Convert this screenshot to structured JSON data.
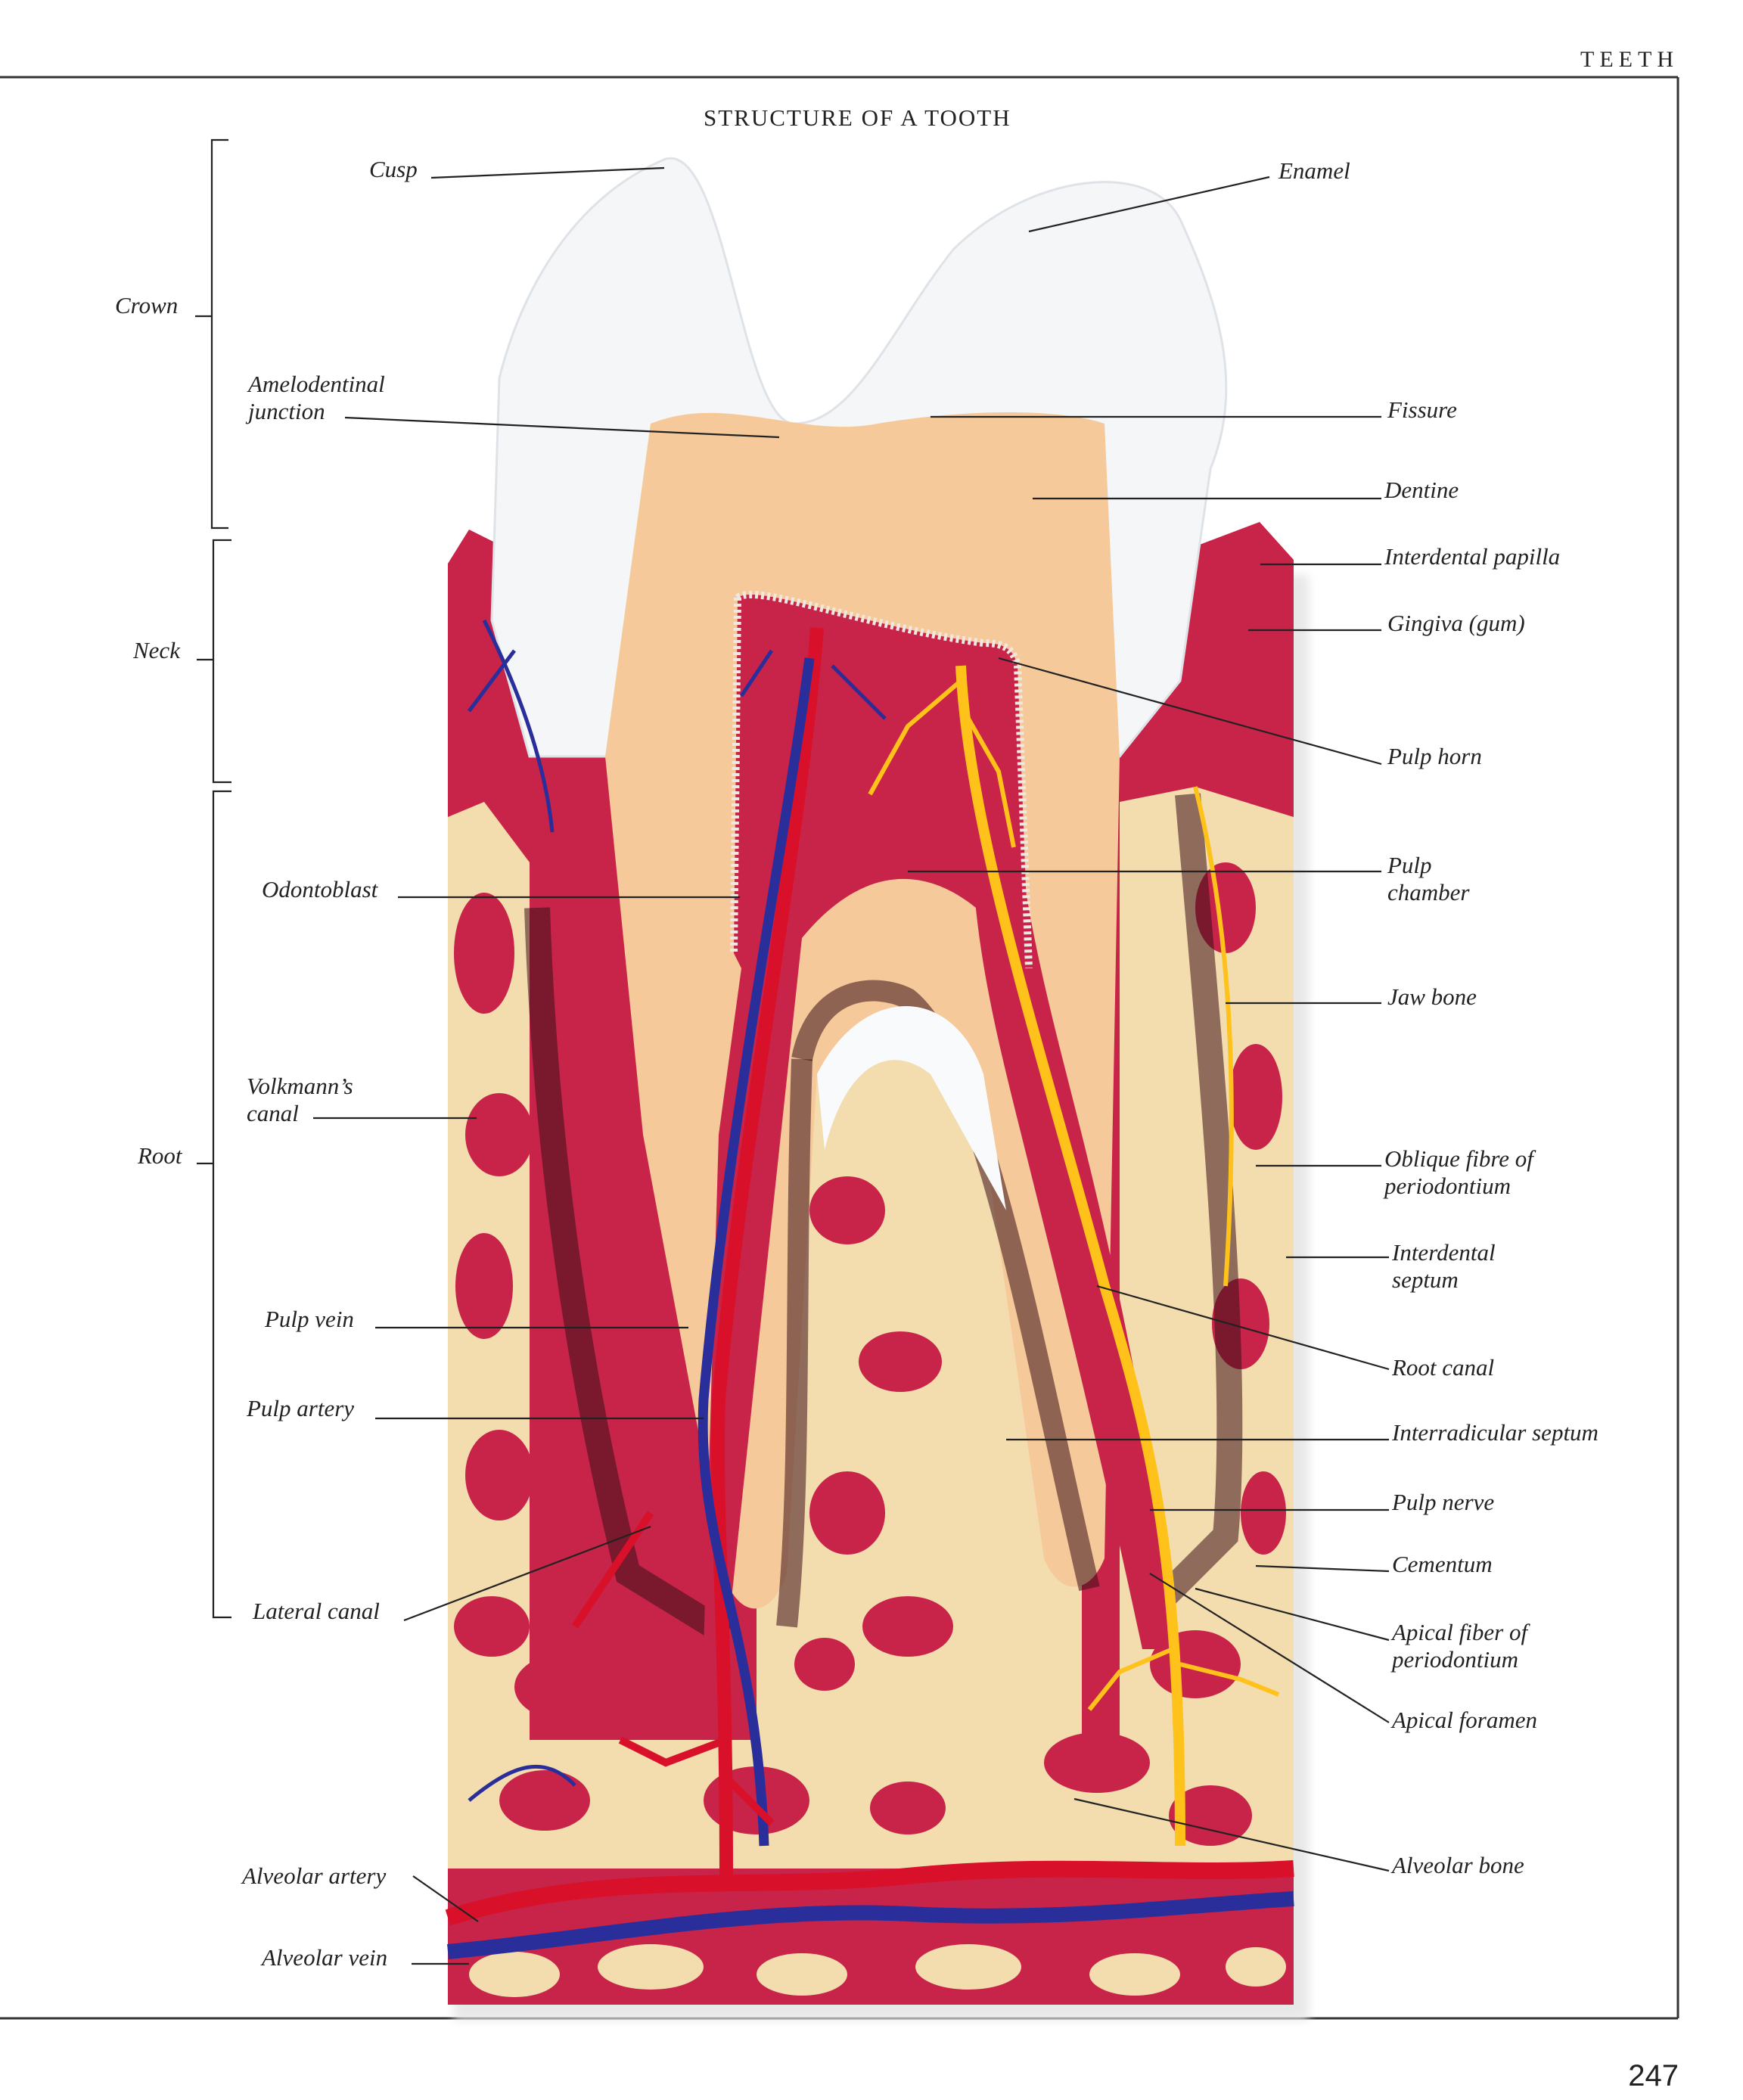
{
  "running_head": "TEETH",
  "title": "STRUCTURE OF A TOOTH",
  "page_number": "247",
  "regions": {
    "crown": "Crown",
    "neck": "Neck",
    "root": "Root"
  },
  "labels_left": {
    "cusp": "Cusp",
    "amelodentinal": [
      "Amelodentinal",
      "junction"
    ],
    "odontoblast": "Odontoblast",
    "volkmann": [
      "Volkmann’s",
      "canal"
    ],
    "pulp_vein": "Pulp vein",
    "pulp_artery": "Pulp artery",
    "lateral_canal": "Lateral canal",
    "alveolar_artery": "Alveolar artery",
    "alveolar_vein": "Alveolar vein"
  },
  "labels_right": {
    "enamel": "Enamel",
    "fissure": "Fissure",
    "dentine": "Dentine",
    "interdental_papilla": "Interdental papilla",
    "gingiva": "Gingiva (gum)",
    "pulp_horn": "Pulp horn",
    "pulp_chamber": [
      "Pulp",
      "chamber"
    ],
    "jaw_bone": "Jaw bone",
    "oblique_fibre": [
      "Oblique fibre of",
      "periodontium"
    ],
    "interdental_septum": [
      "Interdental",
      "septum"
    ],
    "root_canal": "Root canal",
    "interradicular_septum": "Interradicular septum",
    "pulp_nerve": "Pulp nerve",
    "cementum": "Cementum",
    "apical_fiber": [
      "Apical fiber of",
      "periodontium"
    ],
    "apical_foramen": "Apical foramen",
    "alveolar_bone": "Alveolar bone"
  },
  "colors": {
    "enamel": "#f4f6f8",
    "dentine": "#f6c99a",
    "gum": "#c8244a",
    "bone": "#f3dcae",
    "artery": "#d8102a",
    "vein": "#2a2e9a",
    "nerve": "#ffc21a",
    "leader": "#222222"
  }
}
